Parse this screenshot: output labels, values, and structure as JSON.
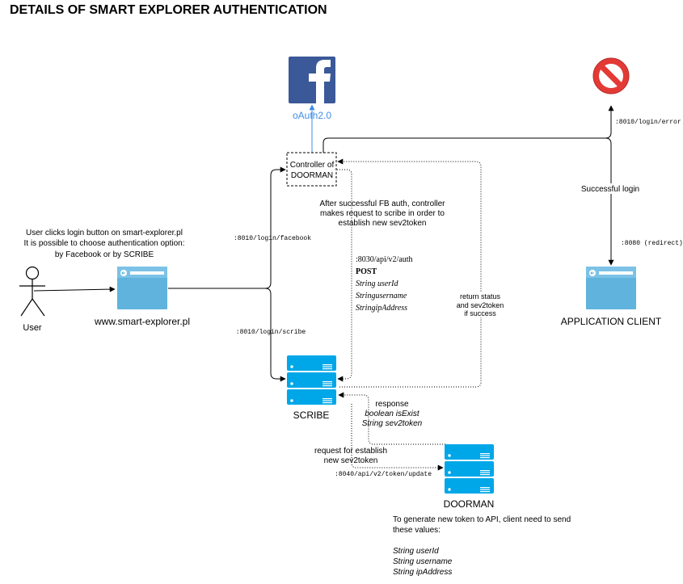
{
  "title": "DETAILS OF SMART EXPLORER AUTHENTICATION",
  "colors": {
    "facebook": "#3b5998",
    "server": "#00a7e8",
    "browser": "#5fb3dc",
    "oauth_text": "#3f8ee8"
  },
  "nodes": {
    "user": {
      "label": "User",
      "icon": "person-icon"
    },
    "website": {
      "label": "www.smart-explorer.pl",
      "icon": "browser-window-icon"
    },
    "controller": {
      "line1": "Controller of",
      "line2": "DOORMAN"
    },
    "facebook": {
      "label": "oAuth2.0",
      "icon": "facebook-icon"
    },
    "error": {
      "icon": "forbidden-icon"
    },
    "app_client": {
      "label": "APPLICATION CLIENT",
      "icon": "browser-window-icon"
    },
    "scribe": {
      "label": "SCRIBE",
      "icon": "server-stack-icon"
    },
    "doorman": {
      "label": "DOORMAN",
      "icon": "server-stack-icon"
    }
  },
  "notes": {
    "user_action": [
      "User clicks login button on smart-explorer.pl",
      "It is possible to choose authentication option:",
      "by Facebook or by SCRIBE"
    ],
    "controller_action": [
      "After successful FB auth, controller",
      "makes request to scribe in order to",
      "establish new sev2token"
    ],
    "return_status": [
      "return status",
      "and sev2token",
      "if success"
    ],
    "successful_login": "Successful login",
    "response": {
      "title": "response",
      "line1": "boolean isExist",
      "line2": "String sev2token"
    },
    "request": [
      "request for establish",
      "new sev2token"
    ],
    "doorman_note": {
      "line1": "To generate new token to API, client need to send",
      "line2": "these values:",
      "values": [
        "String userId",
        "String username",
        "String ipAddress"
      ]
    }
  },
  "endpoints": {
    "facebook": ":8010/login/facebook",
    "scribe": ":8010/login/scribe",
    "error": ":8010/login/error",
    "redirect": ":8080 (redirect)",
    "token_update": ":8040/api/v2/token/update"
  },
  "api_request": {
    "path": ":8030/api/v2/auth",
    "method": "POST",
    "fields": [
      "String userId",
      "Stringusername",
      "StringipAddress"
    ]
  }
}
